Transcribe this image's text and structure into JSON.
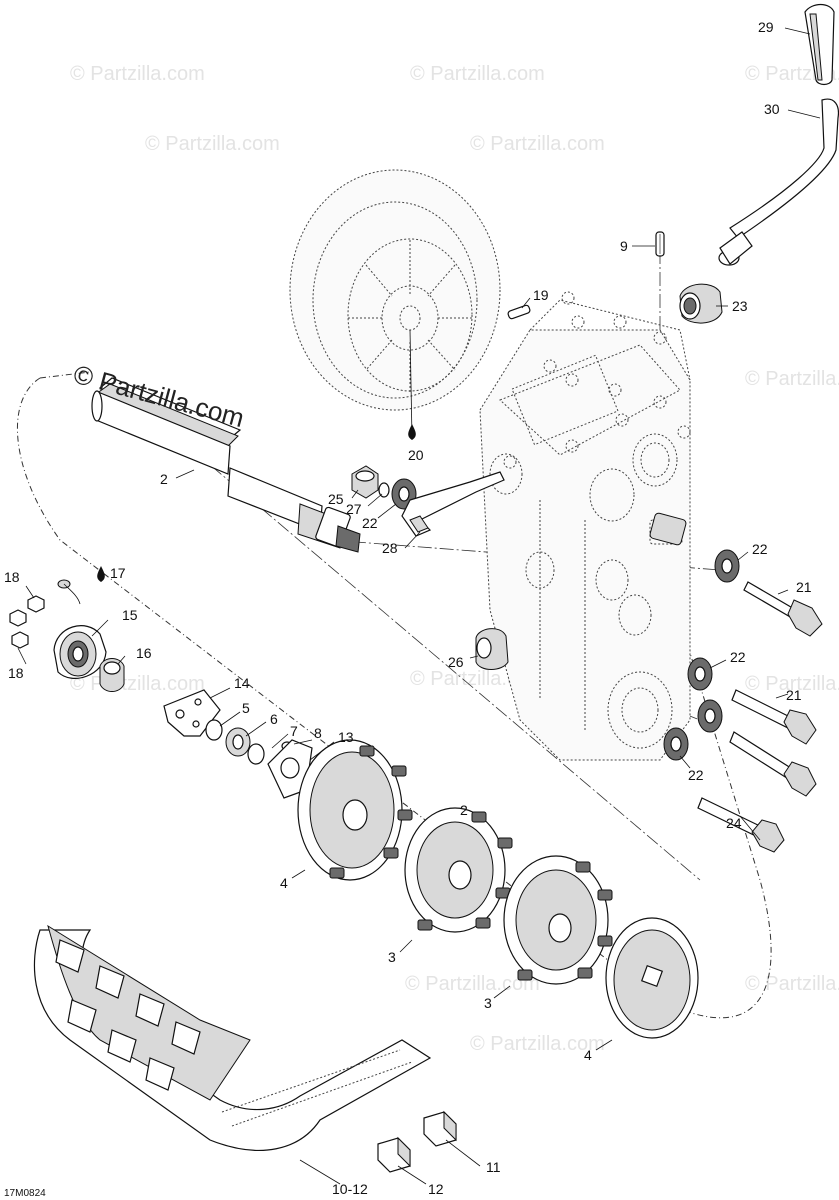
{
  "watermark": {
    "main": "© Partzilla.com",
    "repeat": "© Partzilla.com"
  },
  "drawing_code": "17M0824",
  "callouts": [
    {
      "id": "29",
      "label": "29"
    },
    {
      "id": "30",
      "label": "30"
    },
    {
      "id": "9",
      "label": "9"
    },
    {
      "id": "19",
      "label": "19"
    },
    {
      "id": "23",
      "label": "23"
    },
    {
      "id": "20",
      "label": "20"
    },
    {
      "id": "2a",
      "label": "2"
    },
    {
      "id": "25",
      "label": "25"
    },
    {
      "id": "27",
      "label": "27"
    },
    {
      "id": "22a",
      "label": "22"
    },
    {
      "id": "28",
      "label": "28"
    },
    {
      "id": "22b",
      "label": "22"
    },
    {
      "id": "21a",
      "label": "21"
    },
    {
      "id": "18a",
      "label": "18"
    },
    {
      "id": "17",
      "label": "17"
    },
    {
      "id": "15",
      "label": "15"
    },
    {
      "id": "16",
      "label": "16"
    },
    {
      "id": "18b",
      "label": "18"
    },
    {
      "id": "26",
      "label": "26"
    },
    {
      "id": "22c",
      "label": "22"
    },
    {
      "id": "14",
      "label": "14"
    },
    {
      "id": "21b",
      "label": "21"
    },
    {
      "id": "5",
      "label": "5"
    },
    {
      "id": "6",
      "label": "6"
    },
    {
      "id": "7",
      "label": "7"
    },
    {
      "id": "8",
      "label": "8"
    },
    {
      "id": "13",
      "label": "13"
    },
    {
      "id": "22d",
      "label": "22"
    },
    {
      "id": "24",
      "label": "24"
    },
    {
      "id": "2b",
      "label": "2"
    },
    {
      "id": "4a",
      "label": "4"
    },
    {
      "id": "3a",
      "label": "3"
    },
    {
      "id": "3b",
      "label": "3"
    },
    {
      "id": "4b",
      "label": "4"
    },
    {
      "id": "11",
      "label": "11"
    },
    {
      "id": "10-12",
      "label": "10-12"
    },
    {
      "id": "12",
      "label": "12"
    }
  ],
  "colors": {
    "line": "#111111",
    "watermark": "#e3e3e3",
    "background": "#ffffff"
  },
  "icons": [
    "oil-drop-icon",
    "oil-drop-icon"
  ]
}
